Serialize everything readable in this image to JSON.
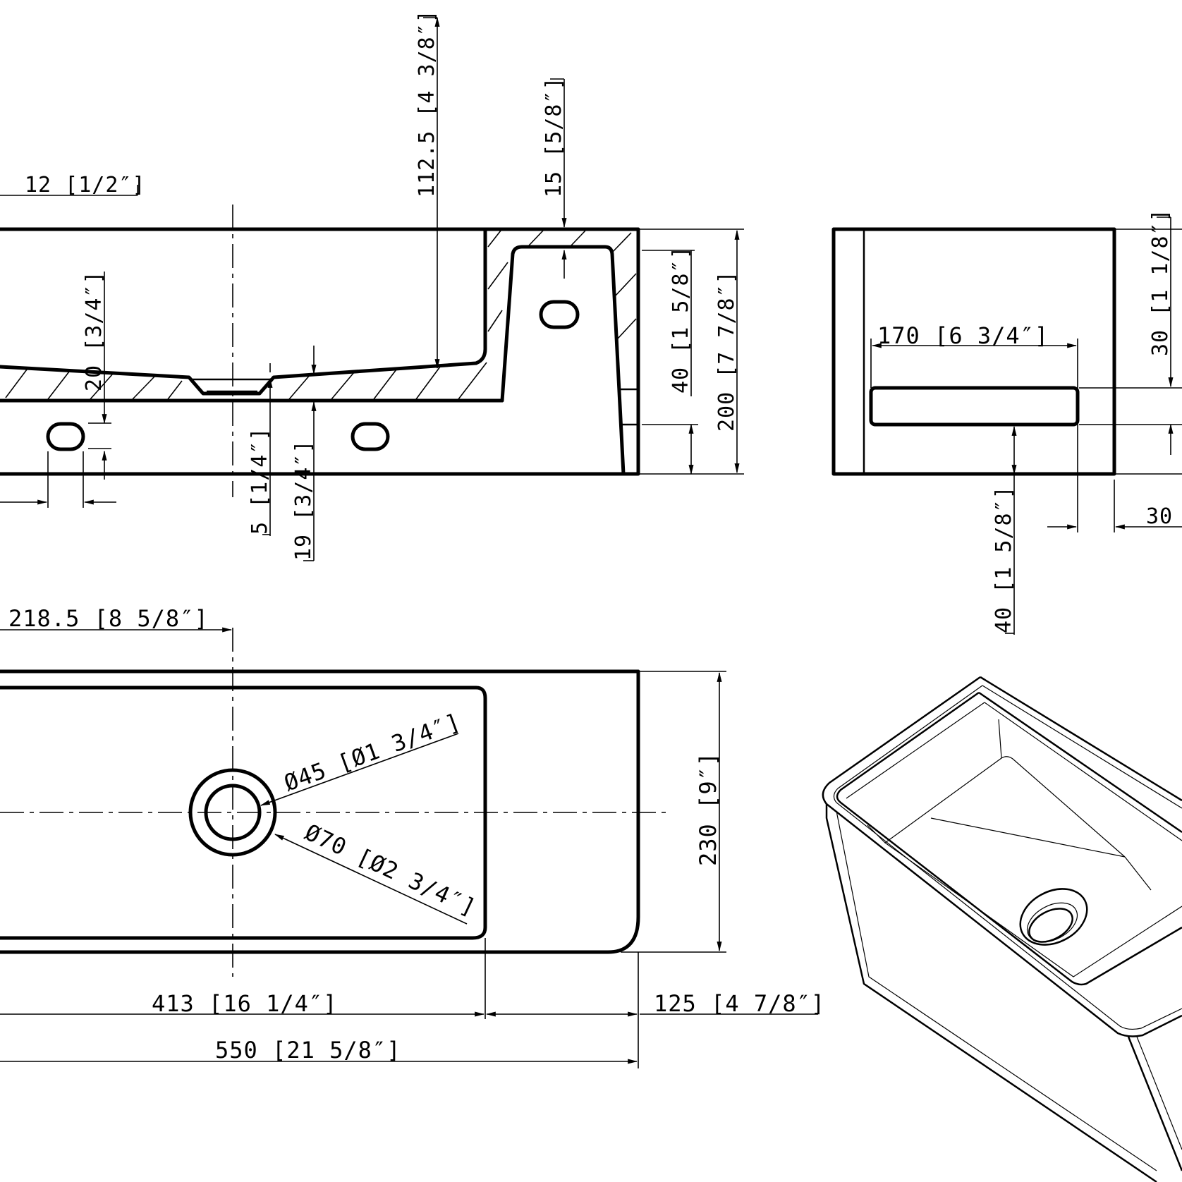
{
  "drawing": {
    "front_view": {
      "dim_top_offset": "12 [1/2″]",
      "dim_bowl_depth": "112.5 [4 3/8″]",
      "dim_deck": "15 [5/8″]",
      "dim_overflow_height": "40 [1 5/8″]",
      "dim_total_height": "200 [7 7/8″]",
      "dim_bottom_thick": "20 [3/4″]",
      "dim_drain_recess": "5 [1/4″]",
      "dim_bottom_offset": "19 [3/4″]"
    },
    "side_view": {
      "dim_slot_width": "170 [6 3/4″]",
      "dim_slot_top": "30 [1 1/8″]",
      "dim_slot_bottom": "40 [1 5/8″]",
      "dim_side_offset": "30"
    },
    "top_view": {
      "dim_drain_center": "218.5 [8 5/8″]",
      "dim_drain_inner": "Ø45 [Ø1 3/4″]",
      "dim_drain_outer": "Ø70 [Ø2 3/4″]",
      "dim_depth": "230 [9″]",
      "dim_bowl_length": "413 [16 1/4″]",
      "dim_deck_length": "125 [4 7/8″]",
      "dim_total_length": "550 [21 5/8″]"
    }
  }
}
